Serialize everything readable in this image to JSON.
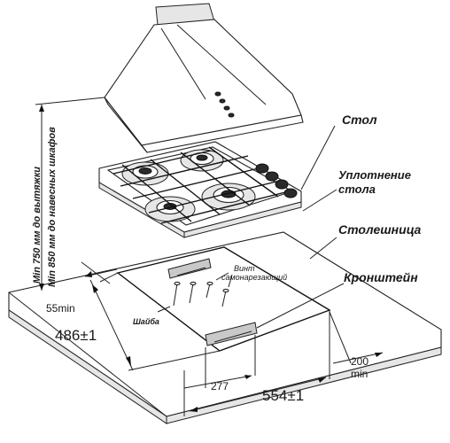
{
  "labels": {
    "table": "Стол",
    "seal_line1": "Уплотнение",
    "seal_line2": "стола",
    "countertop": "Столешница",
    "bracket": "Кронштейн",
    "screws_line1": "Винт",
    "screws_line2": "самонарезающий",
    "washer": "Шайба",
    "height_hood": "Min 750 мм до вытяжки",
    "height_cabinets": "Min 850 мм до навесных шкафов"
  },
  "dimensions": {
    "depth_cutout": "486±1",
    "width_cutout": "554±1",
    "bracket_spacing": "277",
    "front_min": "55min",
    "back_min_value": "200",
    "back_min_unit": "min"
  },
  "colors": {
    "line": "#222222",
    "fill_gray": "#c9c9c9",
    "knob": "#2a2a2a"
  }
}
